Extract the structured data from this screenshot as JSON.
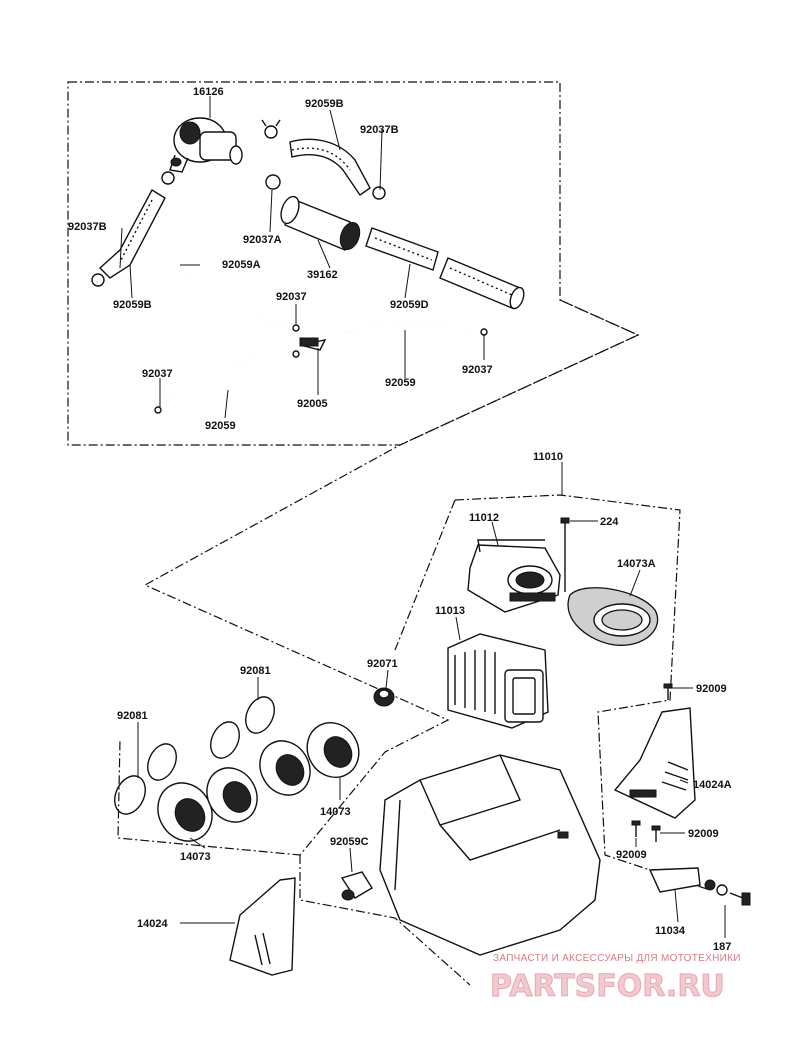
{
  "labels": {
    "l16126": "16126",
    "l92059B_top": "92059B",
    "l92037B_right": "92037B",
    "l92037B_left": "92037B",
    "l92059A": "92059A",
    "l92037A": "92037A",
    "l39162": "39162",
    "l92059B_left": "92059B",
    "l92037_mid": "92037",
    "l92059D": "92059D",
    "l92037_lower": "92037",
    "l92005": "92005",
    "l92059_right": "92059",
    "l92037_right": "92037",
    "l92059_bottom": "92059",
    "l11010": "11010",
    "l11012": "11012",
    "l224": "224",
    "l14073A": "14073A",
    "l11013": "11013",
    "l92071": "92071",
    "l92081_top": "92081",
    "l92081_left": "92081",
    "l92009_top": "92009",
    "l14024A": "14024A",
    "l14073_right": "14073",
    "l14073_left": "14073",
    "l92059C": "92059C",
    "l92009_mid": "92009",
    "l92009_low": "92009",
    "l14024": "14024",
    "l11034": "11034",
    "l187": "187"
  },
  "watermark": {
    "caption": "ЗАПЧАСТИ И АКСЕССУАРЫ ДЛЯ МОТОТЕХНИКИ",
    "brand": "PARTSFOR.RU"
  }
}
